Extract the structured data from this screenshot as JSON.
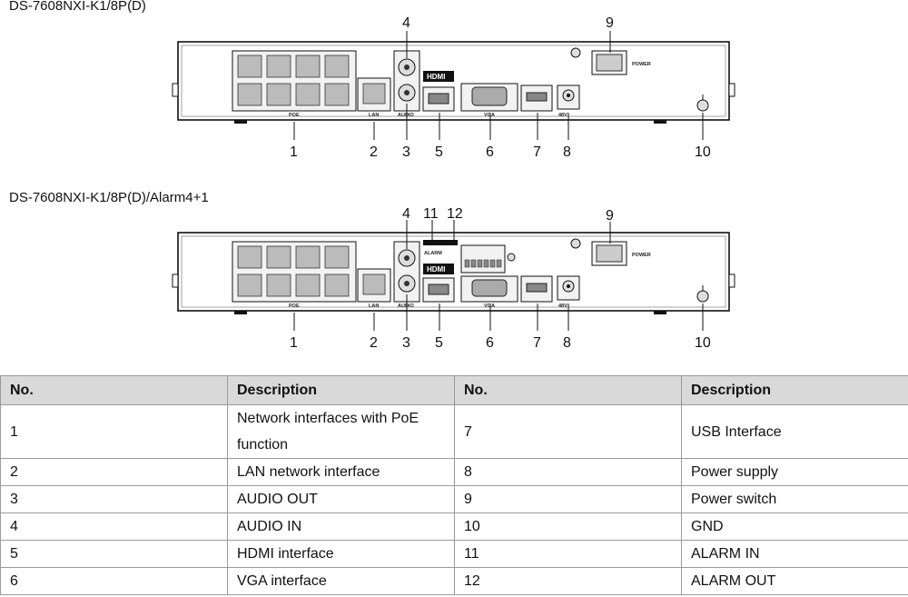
{
  "panels": [
    {
      "model": "DS-7608NXI-K1/8P(D)",
      "callouts": [
        "1",
        "2",
        "3",
        "4",
        "5",
        "6",
        "7",
        "8",
        "9",
        "10"
      ],
      "port_labels": {
        "poe": "POE",
        "lan": "LAN",
        "audio": "AUDIO",
        "vga": "VGA",
        "power_in": "48V",
        "power": "POWER",
        "hdmi": "HDMI"
      }
    },
    {
      "model": "DS-7608NXI-K1/8P(D)/Alarm4+1",
      "callouts": [
        "1",
        "2",
        "3",
        "4",
        "5",
        "6",
        "7",
        "8",
        "9",
        "10",
        "11",
        "12"
      ],
      "port_labels": {
        "poe": "POE",
        "lan": "LAN",
        "audio": "AUDIO",
        "vga": "VGA",
        "power_in": "48V",
        "power": "POWER",
        "hdmi": "HDMI",
        "alarm": "ALARM"
      }
    }
  ],
  "table": {
    "headers": [
      "No.",
      "Description",
      "No.",
      "Description"
    ],
    "rows": [
      [
        "1",
        "Network interfaces with PoE function",
        "7",
        "USB Interface"
      ],
      [
        "2",
        "LAN network interface",
        "8",
        "Power supply"
      ],
      [
        "3",
        "AUDIO OUT",
        "9",
        "Power switch"
      ],
      [
        "4",
        "AUDIO IN",
        "10",
        "GND"
      ],
      [
        "5",
        "HDMI interface",
        "11",
        "ALARM IN"
      ],
      [
        "6",
        "VGA interface",
        "12",
        "ALARM OUT"
      ]
    ]
  }
}
